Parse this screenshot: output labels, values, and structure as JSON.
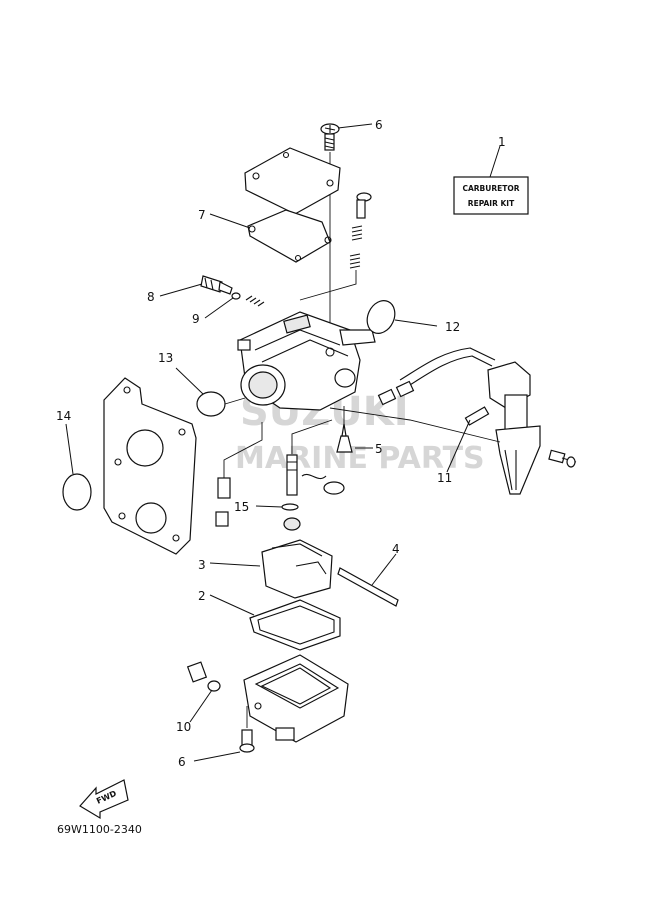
{
  "diagram": {
    "callouts": [
      "1",
      "2",
      "3",
      "4",
      "5",
      "6",
      "7",
      "8",
      "9",
      "10",
      "11",
      "12",
      "13",
      "14",
      "15",
      "6"
    ],
    "repair_kit_label": {
      "line1": "CARBURETOR",
      "line2": "REPAIR KIT"
    },
    "fwd_label": "FWD",
    "part_code": "69W1100-2340",
    "watermark": {
      "line1": "SUZUKI",
      "line2": "MARINE PARTS"
    }
  }
}
